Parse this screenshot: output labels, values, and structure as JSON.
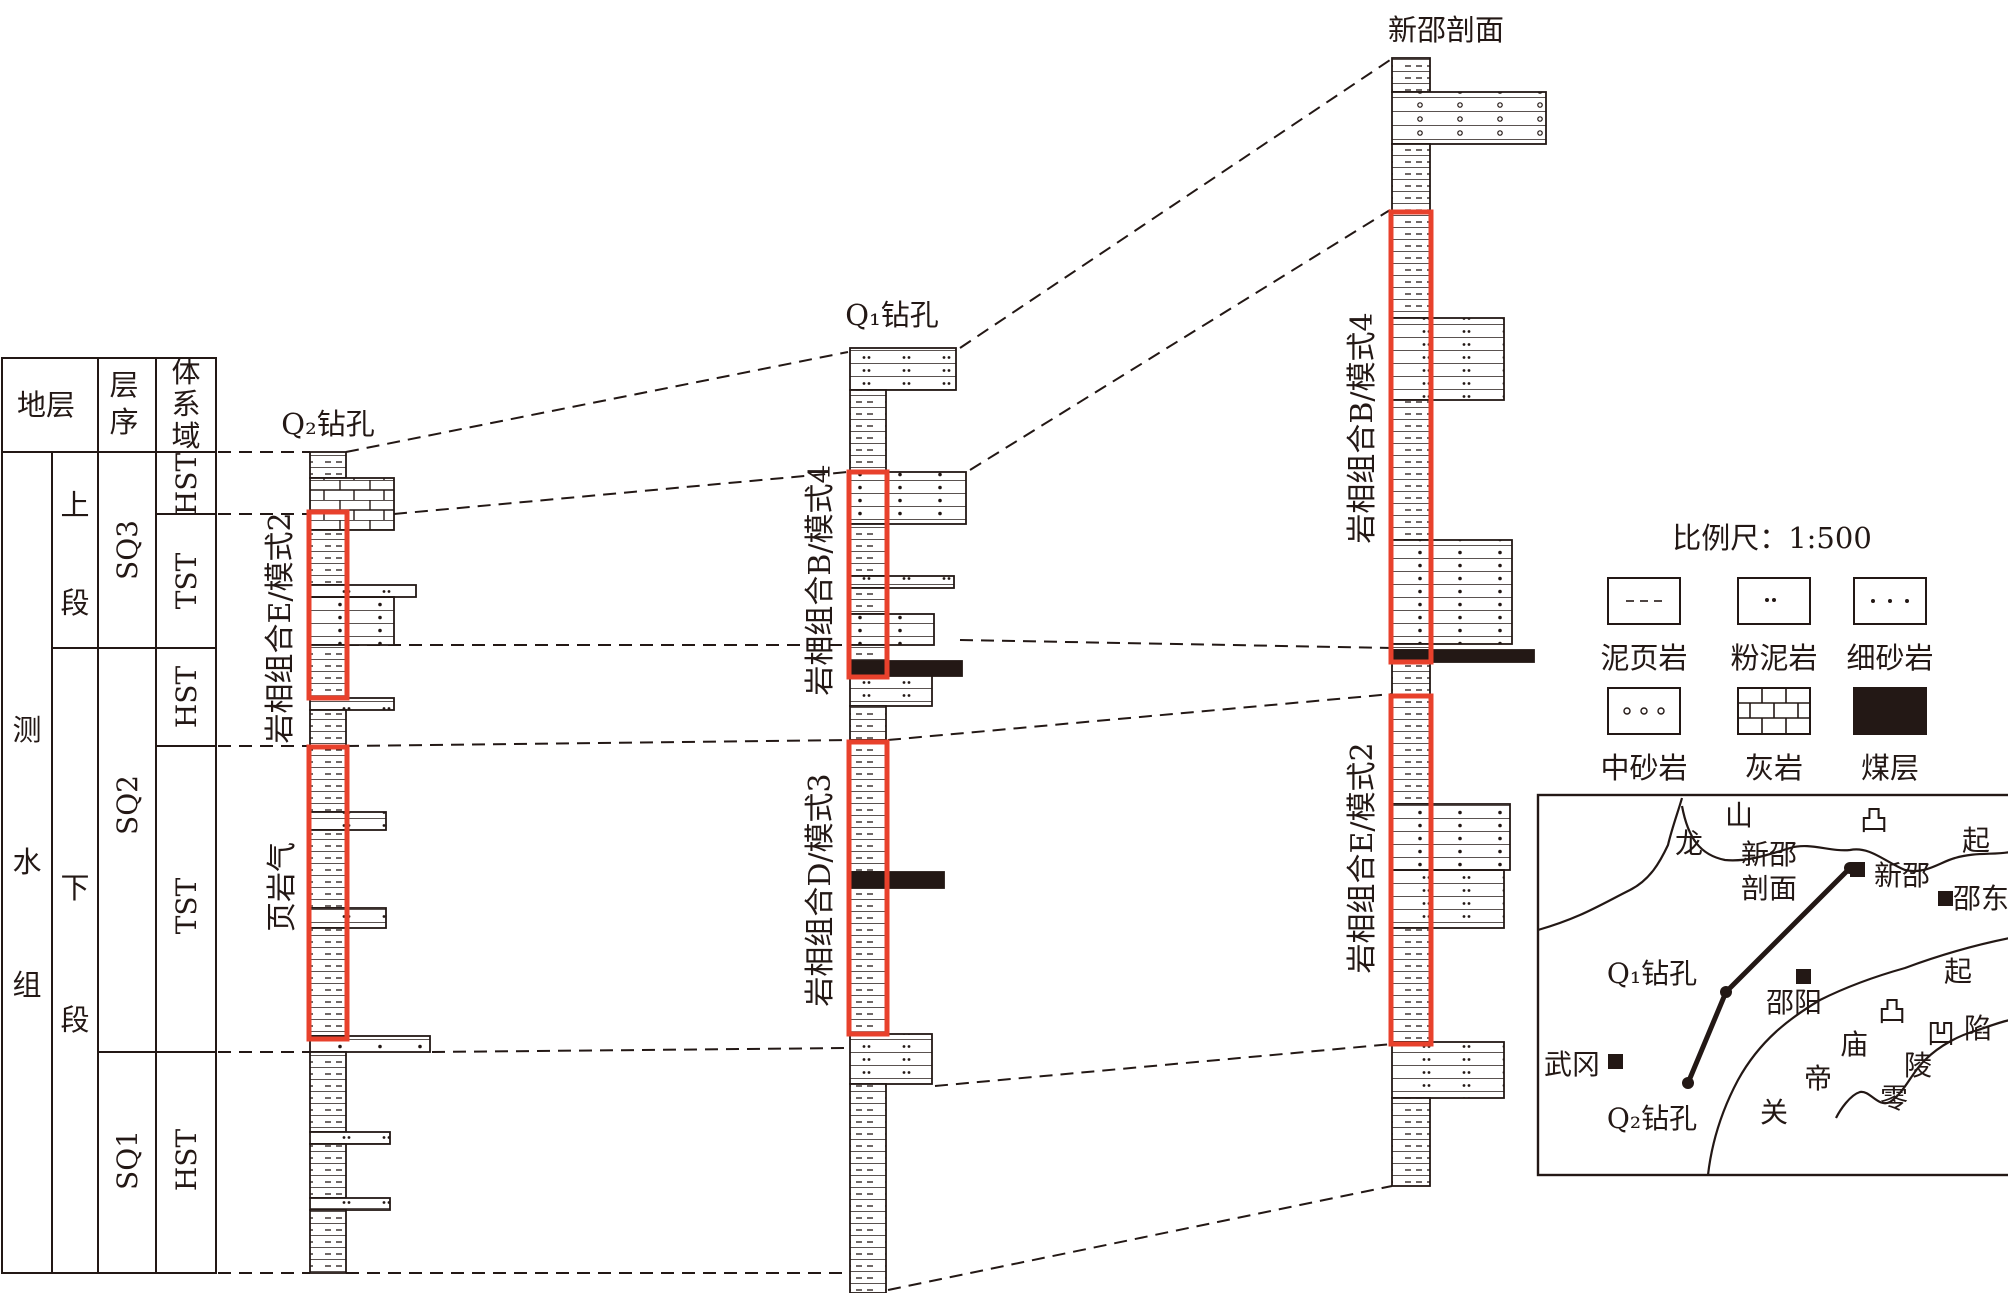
{
  "strat_table": {
    "headers": {
      "formation": "地层",
      "sequence": "层序",
      "systems_tract": "体系域"
    },
    "formation_name": [
      "测",
      "水",
      "组"
    ],
    "members": [
      [
        "上",
        "段"
      ],
      [
        "下",
        "段"
      ]
    ],
    "sequences": [
      "SQ3",
      "SQ2",
      "SQ1"
    ],
    "systems_tracts": [
      "HST",
      "TST",
      "HST",
      "TST",
      "HST"
    ]
  },
  "wells": {
    "q2": {
      "title": "Q₂钻孔"
    },
    "q1": {
      "title": "Q₁钻孔"
    },
    "xinshao": {
      "title": "新邵剖面"
    }
  },
  "annotations": {
    "q2_upper": "岩相组合E/模式2",
    "q2_lower": "页岩气",
    "q1_upper": "岩相组合B/模式4",
    "q1_lower": "岩相组合D/模式3",
    "xs_upper": "岩相组合B/模式4",
    "xs_lower": "岩相组合E/模式2"
  },
  "legend": {
    "scale": "比例尺：1:500",
    "items": [
      {
        "key": "mudshale",
        "label": "泥页岩"
      },
      {
        "key": "silty",
        "label": "粉泥岩"
      },
      {
        "key": "finesand",
        "label": "细砂岩"
      },
      {
        "key": "medsand",
        "label": "中砂岩"
      },
      {
        "key": "limestone",
        "label": "灰岩"
      },
      {
        "key": "coal",
        "label": "煤层"
      }
    ]
  },
  "map": {
    "labels": [
      "龙",
      "山",
      "凸",
      "起",
      "新邵",
      "剖面",
      "新邵",
      "邵东",
      "Q₁钻孔",
      "邵阳",
      "起",
      "凸",
      "庙",
      "凹",
      "陷",
      "陵",
      "帝",
      "武冈",
      "零",
      "关",
      "Q₂钻孔"
    ]
  },
  "colors": {
    "ink": "#231815",
    "highlight": "#e8412c",
    "coal": "#231815"
  }
}
